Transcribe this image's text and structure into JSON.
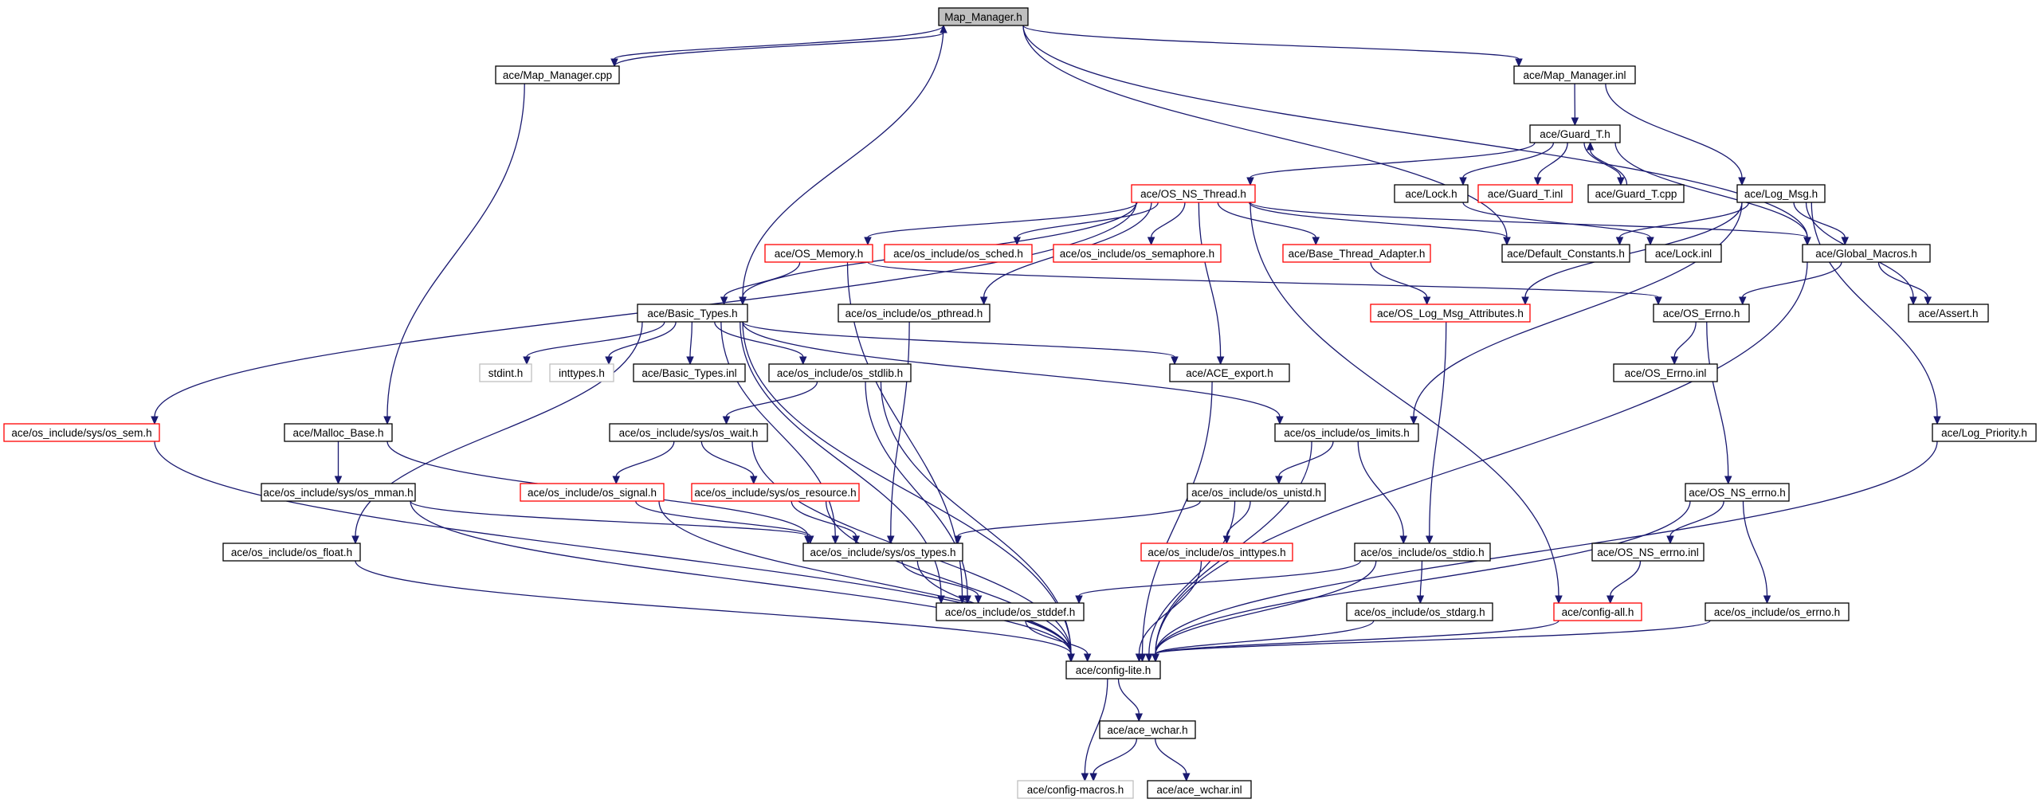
{
  "diagram": {
    "nodes": [
      {
        "id": "map_manager_h",
        "label": "Map_Manager.h",
        "style": "root"
      },
      {
        "id": "map_manager_cpp",
        "label": "ace/Map_Manager.cpp",
        "style": "normal"
      },
      {
        "id": "map_manager_inl",
        "label": "ace/Map_Manager.inl",
        "style": "normal"
      },
      {
        "id": "guard_t_h",
        "label": "ace/Guard_T.h",
        "style": "normal"
      },
      {
        "id": "os_ns_thread_h",
        "label": "ace/OS_NS_Thread.h",
        "style": "truncated"
      },
      {
        "id": "lock_h",
        "label": "ace/Lock.h",
        "style": "normal"
      },
      {
        "id": "guard_t_inl",
        "label": "ace/Guard_T.inl",
        "style": "truncated"
      },
      {
        "id": "guard_t_cpp",
        "label": "ace/Guard_T.cpp",
        "style": "normal"
      },
      {
        "id": "log_msg_h",
        "label": "ace/Log_Msg.h",
        "style": "normal"
      },
      {
        "id": "os_memory_h",
        "label": "ace/OS_Memory.h",
        "style": "truncated"
      },
      {
        "id": "os_sched_h",
        "label": "ace/os_include/os_sched.h",
        "style": "truncated"
      },
      {
        "id": "os_semaphore_h",
        "label": "ace/os_include/os_semaphore.h",
        "style": "truncated"
      },
      {
        "id": "base_thread_adapter_h",
        "label": "ace/Base_Thread_Adapter.h",
        "style": "truncated"
      },
      {
        "id": "default_constants_h",
        "label": "ace/Default_Constants.h",
        "style": "normal"
      },
      {
        "id": "lock_inl",
        "label": "ace/Lock.inl",
        "style": "normal"
      },
      {
        "id": "global_macros_h",
        "label": "ace/Global_Macros.h",
        "style": "normal"
      },
      {
        "id": "basic_types_h",
        "label": "ace/Basic_Types.h",
        "style": "normal"
      },
      {
        "id": "os_pthread_h",
        "label": "ace/os_include/os_pthread.h",
        "style": "normal"
      },
      {
        "id": "os_log_msg_attributes_h",
        "label": "ace/OS_Log_Msg_Attributes.h",
        "style": "truncated"
      },
      {
        "id": "os_errno_h",
        "label": "ace/OS_Errno.h",
        "style": "normal"
      },
      {
        "id": "assert_h",
        "label": "ace/Assert.h",
        "style": "normal"
      },
      {
        "id": "stdint_h",
        "label": "stdint.h",
        "style": "external"
      },
      {
        "id": "inttypes_h",
        "label": "inttypes.h",
        "style": "external"
      },
      {
        "id": "basic_types_inl",
        "label": "ace/Basic_Types.inl",
        "style": "normal"
      },
      {
        "id": "os_stdlib_h",
        "label": "ace/os_include/os_stdlib.h",
        "style": "normal"
      },
      {
        "id": "ace_export_h",
        "label": "ace/ACE_export.h",
        "style": "normal"
      },
      {
        "id": "os_errno_inl",
        "label": "ace/OS_Errno.inl",
        "style": "normal"
      },
      {
        "id": "os_sem_h",
        "label": "ace/os_include/sys/os_sem.h",
        "style": "truncated"
      },
      {
        "id": "malloc_base_h",
        "label": "ace/Malloc_Base.h",
        "style": "normal"
      },
      {
        "id": "os_wait_h",
        "label": "ace/os_include/sys/os_wait.h",
        "style": "normal"
      },
      {
        "id": "os_limits_h",
        "label": "ace/os_include/os_limits.h",
        "style": "normal"
      },
      {
        "id": "log_priority_h",
        "label": "ace/Log_Priority.h",
        "style": "normal"
      },
      {
        "id": "os_mman_h",
        "label": "ace/os_include/sys/os_mman.h",
        "style": "normal"
      },
      {
        "id": "os_signal_h",
        "label": "ace/os_include/os_signal.h",
        "style": "truncated"
      },
      {
        "id": "os_resource_h",
        "label": "ace/os_include/sys/os_resource.h",
        "style": "truncated"
      },
      {
        "id": "os_unistd_h",
        "label": "ace/os_include/os_unistd.h",
        "style": "normal"
      },
      {
        "id": "os_ns_errno_h",
        "label": "ace/OS_NS_errno.h",
        "style": "normal"
      },
      {
        "id": "os_float_h",
        "label": "ace/os_include/os_float.h",
        "style": "normal"
      },
      {
        "id": "os_types_h",
        "label": "ace/os_include/sys/os_types.h",
        "style": "normal"
      },
      {
        "id": "os_inttypes_h",
        "label": "ace/os_include/os_inttypes.h",
        "style": "truncated"
      },
      {
        "id": "os_stdio_h",
        "label": "ace/os_include/os_stdio.h",
        "style": "normal"
      },
      {
        "id": "os_ns_errno_inl",
        "label": "ace/OS_NS_errno.inl",
        "style": "normal"
      },
      {
        "id": "os_stddef_h",
        "label": "ace/os_include/os_stddef.h",
        "style": "normal"
      },
      {
        "id": "os_stdarg_h",
        "label": "ace/os_include/os_stdarg.h",
        "style": "normal"
      },
      {
        "id": "config_all_h",
        "label": "ace/config-all.h",
        "style": "truncated"
      },
      {
        "id": "os_errno_os_h",
        "label": "ace/os_include/os_errno.h",
        "style": "normal"
      },
      {
        "id": "config_lite_h",
        "label": "ace/config-lite.h",
        "style": "normal"
      },
      {
        "id": "ace_wchar_h",
        "label": "ace/ace_wchar.h",
        "style": "normal"
      },
      {
        "id": "config_macros_h",
        "label": "ace/config-macros.h",
        "style": "external"
      },
      {
        "id": "ace_wchar_inl",
        "label": "ace/ace_wchar.inl",
        "style": "normal"
      }
    ],
    "edges": [
      [
        "map_manager_h",
        "map_manager_cpp"
      ],
      [
        "map_manager_cpp",
        "map_manager_h"
      ],
      [
        "map_manager_h",
        "map_manager_inl"
      ],
      [
        "map_manager_h",
        "basic_types_h"
      ],
      [
        "map_manager_h",
        "global_macros_h"
      ],
      [
        "map_manager_h",
        "default_constants_h"
      ],
      [
        "map_manager_cpp",
        "malloc_base_h"
      ],
      [
        "map_manager_inl",
        "guard_t_h"
      ],
      [
        "map_manager_inl",
        "log_msg_h"
      ],
      [
        "guard_t_h",
        "os_ns_thread_h"
      ],
      [
        "guard_t_h",
        "lock_h"
      ],
      [
        "guard_t_h",
        "guard_t_inl"
      ],
      [
        "guard_t_h",
        "guard_t_cpp"
      ],
      [
        "guard_t_cpp",
        "guard_t_h"
      ],
      [
        "guard_t_h",
        "global_macros_h"
      ],
      [
        "lock_h",
        "lock_inl"
      ],
      [
        "log_msg_h",
        "default_constants_h"
      ],
      [
        "log_msg_h",
        "global_macros_h"
      ],
      [
        "log_msg_h",
        "os_log_msg_attributes_h"
      ],
      [
        "log_msg_h",
        "assert_h"
      ],
      [
        "log_msg_h",
        "log_priority_h"
      ],
      [
        "log_msg_h",
        "os_limits_h"
      ],
      [
        "global_macros_h",
        "os_errno_h"
      ],
      [
        "global_macros_h",
        "assert_h"
      ],
      [
        "global_macros_h",
        "config_lite_h"
      ],
      [
        "os_ns_thread_h",
        "os_memory_h"
      ],
      [
        "os_ns_thread_h",
        "os_sched_h"
      ],
      [
        "os_ns_thread_h",
        "os_semaphore_h"
      ],
      [
        "os_ns_thread_h",
        "base_thread_adapter_h"
      ],
      [
        "os_ns_thread_h",
        "default_constants_h"
      ],
      [
        "os_ns_thread_h",
        "global_macros_h"
      ],
      [
        "os_ns_thread_h",
        "basic_types_h"
      ],
      [
        "os_ns_thread_h",
        "os_pthread_h"
      ],
      [
        "os_ns_thread_h",
        "ace_export_h"
      ],
      [
        "os_ns_thread_h",
        "os_sem_h"
      ],
      [
        "os_ns_thread_h",
        "config_all_h"
      ],
      [
        "base_thread_adapter_h",
        "os_log_msg_attributes_h"
      ],
      [
        "os_memory_h",
        "basic_types_h"
      ],
      [
        "os_memory_h",
        "os_errno_h"
      ],
      [
        "os_memory_h",
        "os_stddef_h"
      ],
      [
        "os_log_msg_attributes_h",
        "os_stdio_h"
      ],
      [
        "os_errno_h",
        "os_errno_inl"
      ],
      [
        "os_errno_h",
        "os_ns_errno_h"
      ],
      [
        "basic_types_h",
        "stdint_h"
      ],
      [
        "basic_types_h",
        "inttypes_h"
      ],
      [
        "basic_types_h",
        "basic_types_inl"
      ],
      [
        "basic_types_h",
        "os_stdlib_h"
      ],
      [
        "basic_types_h",
        "ace_export_h"
      ],
      [
        "basic_types_h",
        "os_limits_h"
      ],
      [
        "basic_types_h",
        "os_float_h"
      ],
      [
        "basic_types_h",
        "os_types_h"
      ],
      [
        "basic_types_h",
        "os_stddef_h"
      ],
      [
        "basic_types_h",
        "config_lite_h"
      ],
      [
        "os_pthread_h",
        "os_types_h"
      ],
      [
        "os_stdlib_h",
        "os_wait_h"
      ],
      [
        "os_stdlib_h",
        "os_stddef_h"
      ],
      [
        "os_stdlib_h",
        "config_lite_h"
      ],
      [
        "ace_export_h",
        "config_lite_h"
      ],
      [
        "malloc_base_h",
        "os_mman_h"
      ],
      [
        "malloc_base_h",
        "os_types_h"
      ],
      [
        "os_wait_h",
        "os_signal_h"
      ],
      [
        "os_wait_h",
        "os_resource_h"
      ],
      [
        "os_wait_h",
        "config_lite_h"
      ],
      [
        "os_limits_h",
        "os_unistd_h"
      ],
      [
        "os_limits_h",
        "os_stdio_h"
      ],
      [
        "os_limits_h",
        "config_lite_h"
      ],
      [
        "os_mman_h",
        "os_types_h"
      ],
      [
        "os_mman_h",
        "config_lite_h"
      ],
      [
        "os_signal_h",
        "os_types_h"
      ],
      [
        "os_signal_h",
        "config_lite_h"
      ],
      [
        "os_resource_h",
        "os_types_h"
      ],
      [
        "os_resource_h",
        "config_lite_h"
      ],
      [
        "os_unistd_h",
        "os_types_h"
      ],
      [
        "os_unistd_h",
        "os_inttypes_h"
      ],
      [
        "os_unistd_h",
        "config_lite_h"
      ],
      [
        "os_ns_errno_h",
        "os_ns_errno_inl"
      ],
      [
        "os_ns_errno_h",
        "os_errno_os_h"
      ],
      [
        "os_ns_errno_h",
        "config_lite_h"
      ],
      [
        "os_ns_errno_inl",
        "config_all_h"
      ],
      [
        "os_float_h",
        "config_lite_h"
      ],
      [
        "os_types_h",
        "os_stddef_h"
      ],
      [
        "os_types_h",
        "config_lite_h"
      ],
      [
        "os_inttypes_h",
        "config_lite_h"
      ],
      [
        "os_stdio_h",
        "os_stddef_h"
      ],
      [
        "os_stdio_h",
        "os_stdarg_h"
      ],
      [
        "os_stdio_h",
        "config_lite_h"
      ],
      [
        "os_stddef_h",
        "config_lite_h"
      ],
      [
        "os_stdarg_h",
        "config_lite_h"
      ],
      [
        "config_all_h",
        "config_lite_h"
      ],
      [
        "os_errno_os_h",
        "config_lite_h"
      ],
      [
        "log_priority_h",
        "config_lite_h"
      ],
      [
        "os_sem_h",
        "config_lite_h"
      ],
      [
        "config_lite_h",
        "ace_wchar_h"
      ],
      [
        "config_lite_h",
        "config_macros_h"
      ],
      [
        "ace_wchar_h",
        "config_macros_h"
      ],
      [
        "ace_wchar_h",
        "ace_wchar_inl"
      ]
    ],
    "colors": {
      "edge": "#191970",
      "normal_border": "#000000",
      "truncated_border": "#ff0000",
      "external_border": "#c0c0c0",
      "root_fill": "#bfbfbf",
      "box_fill": "#ffffff"
    }
  }
}
